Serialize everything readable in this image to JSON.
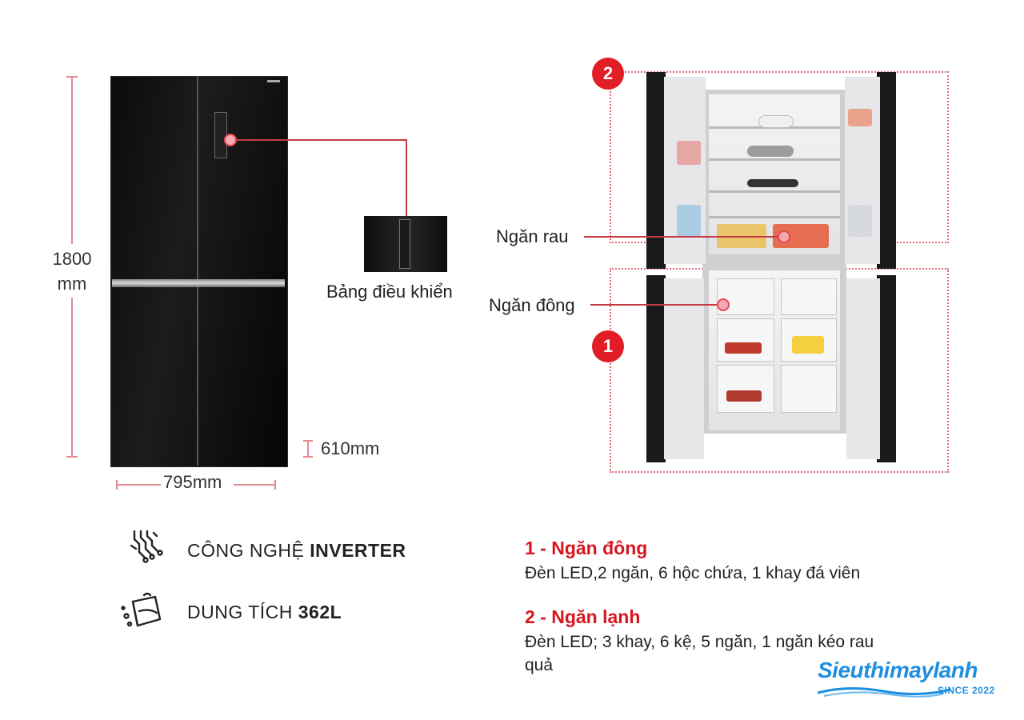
{
  "dimensions": {
    "height_value": "1800",
    "height_unit": "mm",
    "width": "795mm",
    "depth": "610mm"
  },
  "callouts": {
    "control_panel": "Bảng điều khiển",
    "crisper": "Ngăn rau",
    "freezer": "Ngăn đông"
  },
  "badges": {
    "section_1": "1",
    "section_2": "2"
  },
  "features": [
    {
      "prefix": "CÔNG NGHỆ ",
      "emphasis": "INVERTER",
      "icon": "inverter-chip-icon"
    },
    {
      "prefix": "DUNG TÍCH ",
      "emphasis": "362L",
      "icon": "capacity-box-icon"
    }
  ],
  "specs": [
    {
      "title": "1 - Ngăn đông",
      "text": "Đèn LED,2 ngăn, 6 hộc chứa, 1 khay đá viên"
    },
    {
      "title": "2 - Ngăn lạnh",
      "text": "Đèn LED; 3 khay, 6 kệ, 5 ngăn, 1 ngăn kéo rau quả"
    }
  ],
  "logo": {
    "name": "Sieuthimaylanh",
    "since": "SINCE 2022"
  },
  "colors": {
    "accent_red": "#e11d26",
    "logo_blue": "#1e8fe0",
    "fridge_black": "#0b0b0b"
  }
}
